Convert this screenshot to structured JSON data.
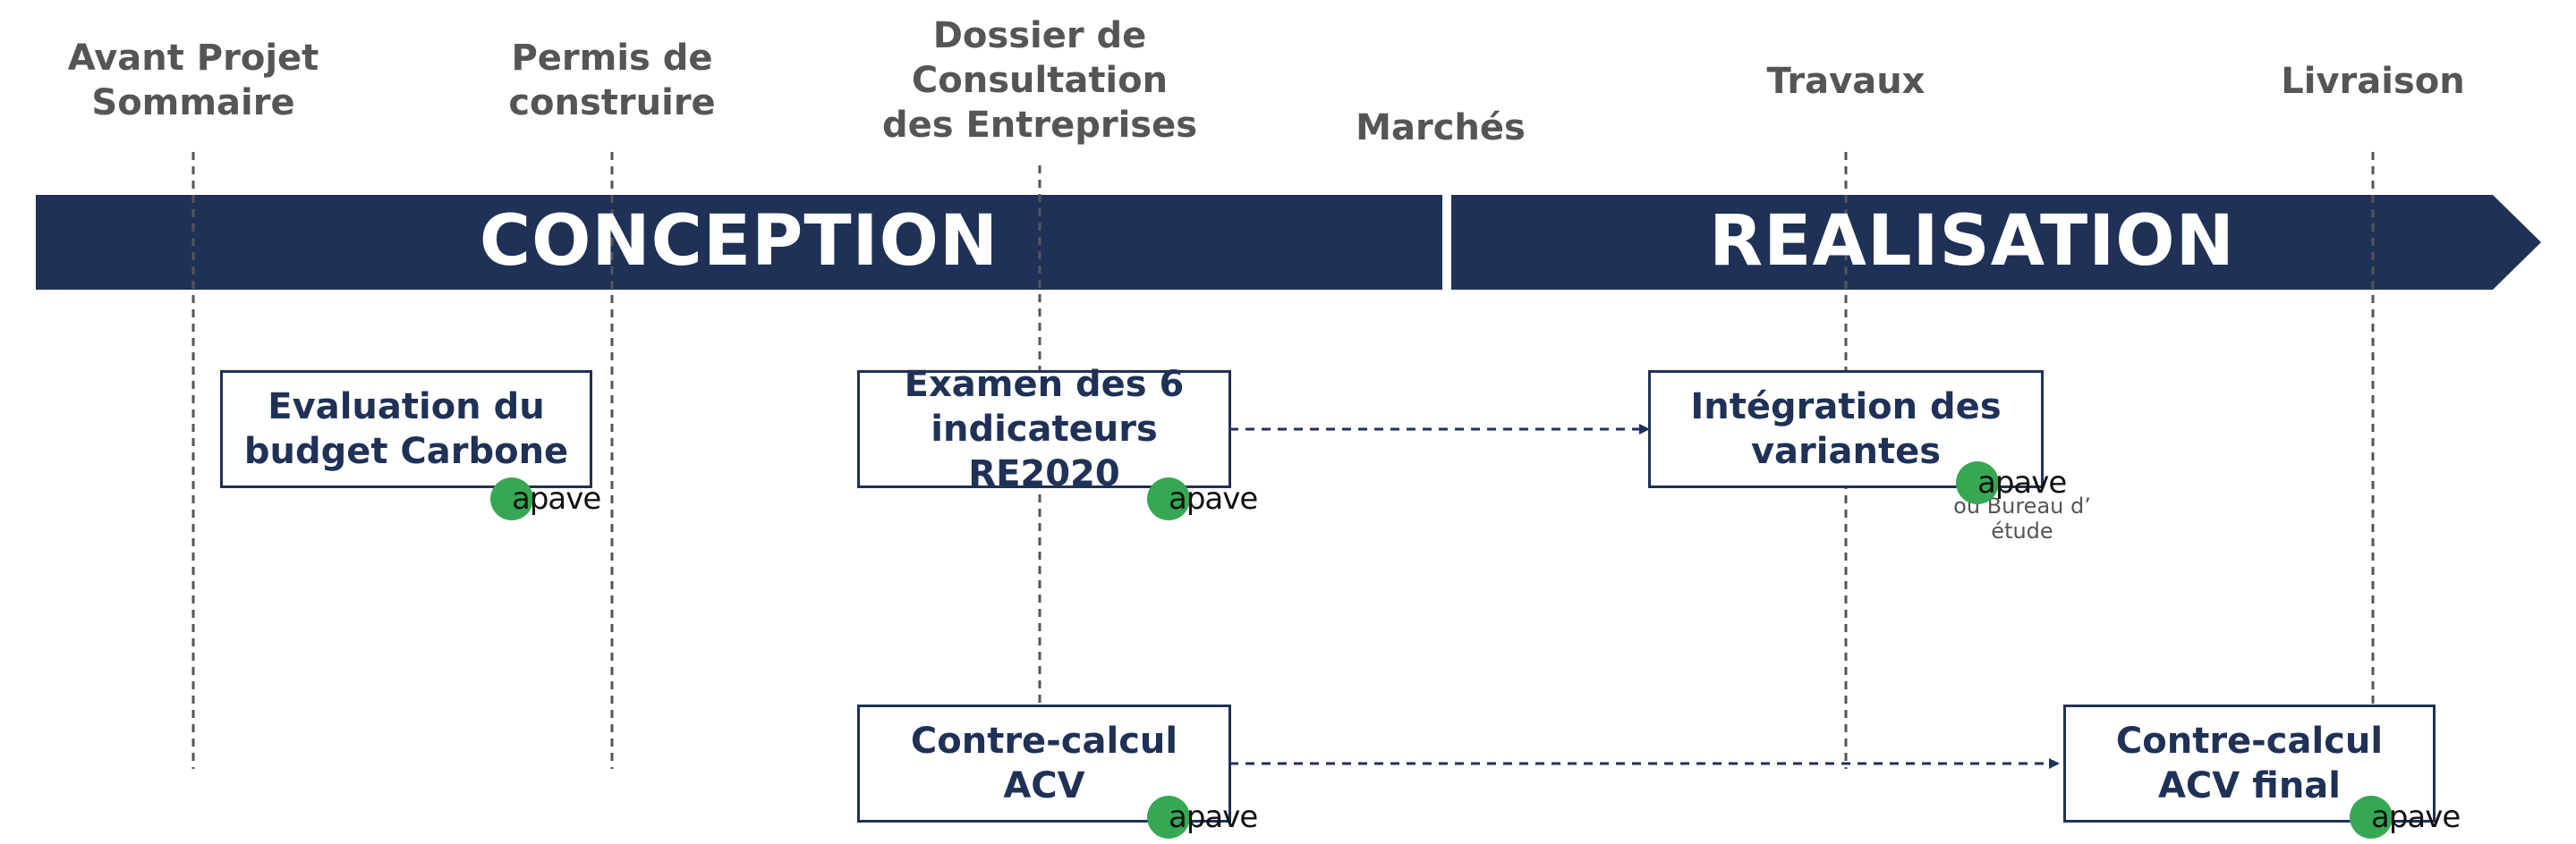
{
  "milestones": [
    {
      "id": "aps",
      "label": "Avant Projet\nSommaire"
    },
    {
      "id": "pc",
      "label": "Permis de\nconstruire"
    },
    {
      "id": "dce",
      "label": "Dossier de\nConsultation\ndes Entreprises"
    },
    {
      "id": "marches",
      "label": "Marchés"
    },
    {
      "id": "travaux",
      "label": "Travaux"
    },
    {
      "id": "livraison",
      "label": "Livraison"
    }
  ],
  "phases": {
    "conception": "CONCEPTION",
    "realisation": "REALISATION"
  },
  "boxes": {
    "budget": "Evaluation du\nbudget Carbone",
    "examen": "Examen des 6\nindicateurs RE2020",
    "integration": "Intégration des\nvariantes",
    "contre_calcul": "Contre-calcul\nACV",
    "contre_calcul_final": "Contre-calcul\nACV final"
  },
  "logo_text": "apave",
  "integration_note": "ou Bureau d’\nétude",
  "colors": {
    "navy": "#1f3157",
    "grey_text": "#555555",
    "apave_green": "#36a853"
  }
}
